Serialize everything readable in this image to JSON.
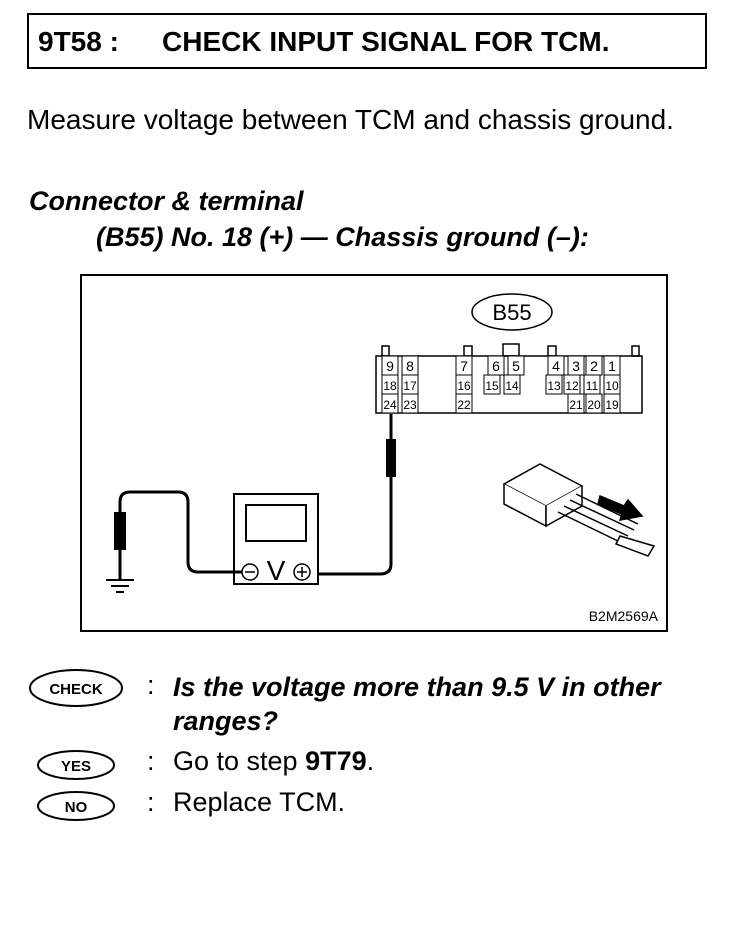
{
  "header": {
    "code": "9T58 :",
    "title": "CHECK INPUT SIGNAL FOR TCM."
  },
  "intro": "Measure voltage between TCM and chassis ground.",
  "connector": {
    "heading": "Connector & terminal",
    "detail": "(B55) No. 18 (+) — Chassis ground (–):"
  },
  "figure": {
    "connector_label": "B55",
    "ref_code": "B2M2569A",
    "voltmeter_symbol": "V",
    "terminals_row1": [
      "9",
      "8",
      "7",
      "6",
      "5",
      "4",
      "3",
      "2",
      "1"
    ],
    "terminals_row2": [
      "18",
      "17",
      "16",
      "15",
      "14",
      "13",
      "12",
      "11",
      "10"
    ],
    "terminals_row3": [
      "24",
      "23",
      "22",
      "21",
      "20",
      "19"
    ]
  },
  "check": {
    "badge": "CHECK",
    "separator": ":",
    "question": "Is the voltage more than 9.5 V in other ranges?"
  },
  "yes": {
    "badge": "YES",
    "separator": ":",
    "prefix": "Go to step ",
    "step": "9T79",
    "suffix": "."
  },
  "no": {
    "badge": "NO",
    "separator": ":",
    "text": "Replace TCM."
  }
}
